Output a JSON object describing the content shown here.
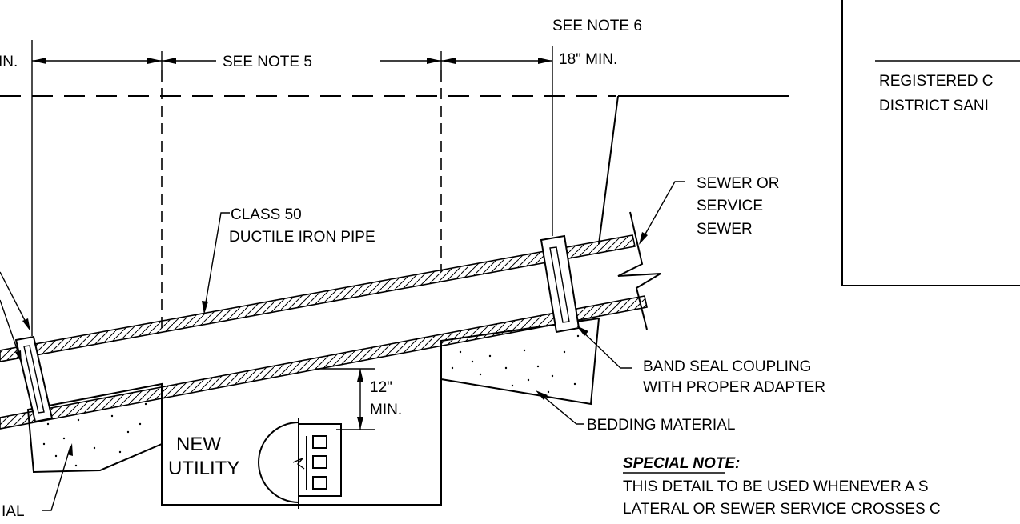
{
  "labels": {
    "see_note_6": "SEE NOTE 6",
    "min_18": "18\" MIN.",
    "min_left": "IN.",
    "see_note_5": "SEE NOTE 5",
    "class_50_line1": "CLASS 50",
    "class_50_line2": "DUCTILE IRON PIPE",
    "sewer_line1": "SEWER OR",
    "sewer_line2": "SERVICE",
    "sewer_line3": "SEWER",
    "band_seal_line1": "BAND SEAL COUPLING",
    "band_seal_line2": "WITH PROPER ADAPTER",
    "clearance_line1": "12\"",
    "clearance_line2": "MIN.",
    "bedding": "BEDDING MATERIAL",
    "new_utility_line1": "NEW",
    "new_utility_line2": "UTILITY",
    "material_left": "IAL",
    "special_note_title": "SPECIAL NOTE:",
    "special_note_line1": "THIS DETAIL TO BE USED WHENEVER A S",
    "special_note_line2": "LATERAL OR SEWER SERVICE CROSSES C"
  },
  "title_block": {
    "line1": "REGISTERED C",
    "line2": "DISTRICT SANI"
  },
  "colors": {
    "ink": "#000000",
    "paper": "#ffffff"
  }
}
